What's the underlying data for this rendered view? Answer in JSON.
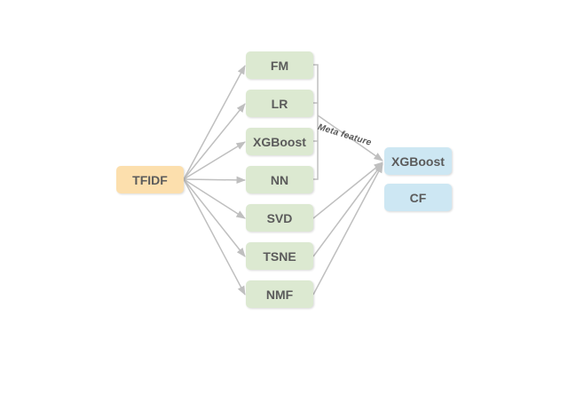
{
  "colors": {
    "input_fill": "#fcdfad",
    "model_fill": "#dce9d1",
    "output_fill": "#cde7f3",
    "edge": "#bfbfbf",
    "text": "#5b5b5b"
  },
  "input": {
    "label": "TFIDF"
  },
  "models": [
    {
      "label": "FM"
    },
    {
      "label": "LR"
    },
    {
      "label": "XGBoost"
    },
    {
      "label": "NN"
    },
    {
      "label": "SVD"
    },
    {
      "label": "TSNE"
    },
    {
      "label": "NMF"
    }
  ],
  "outputs": [
    {
      "label": "XGBoost"
    },
    {
      "label": "CF"
    }
  ],
  "meta_feature_label": "Meta  feature"
}
